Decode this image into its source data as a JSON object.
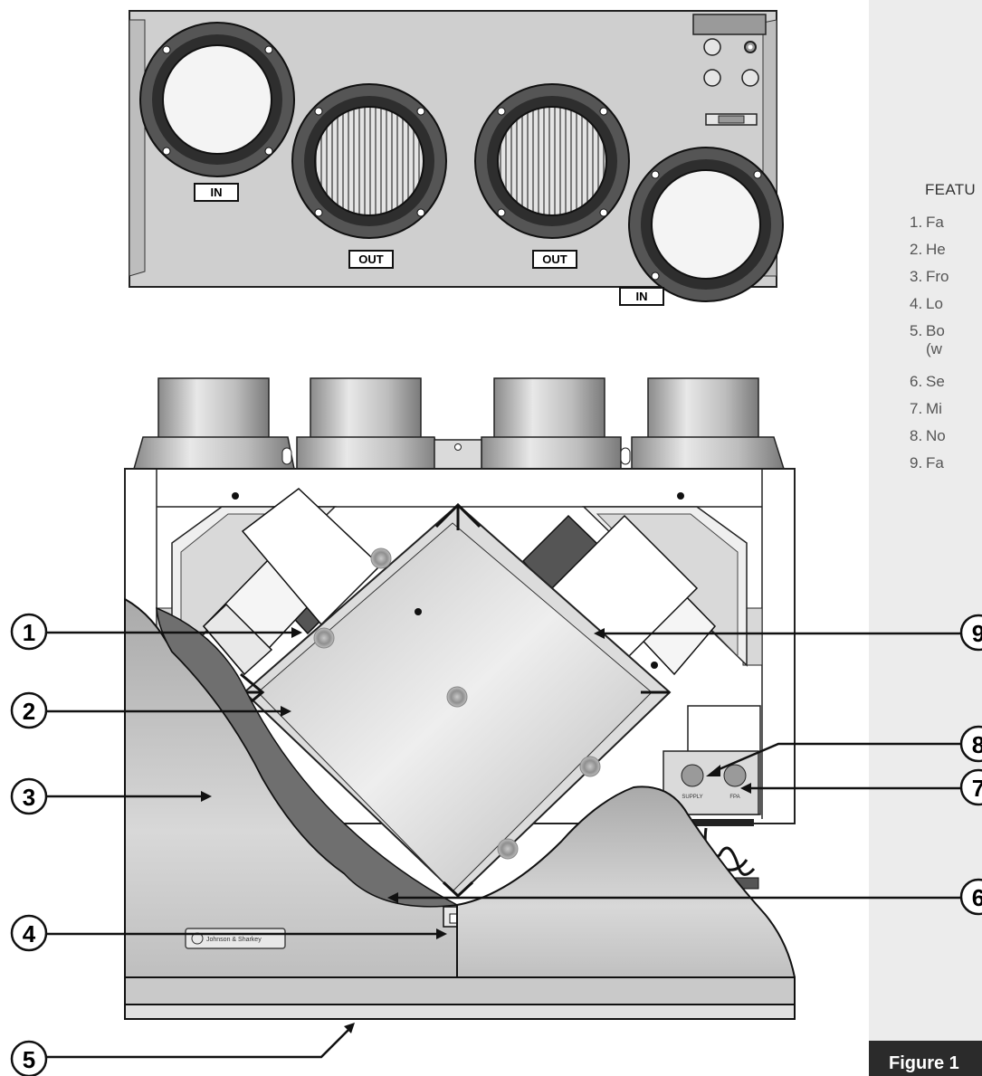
{
  "top_view": {
    "labels": [
      "IN",
      "OUT",
      "OUT",
      "IN"
    ]
  },
  "front_view": {
    "logo": "Johnson & Sharkey",
    "control_labels": [
      "SUPPLY",
      "FPA"
    ]
  },
  "callouts": [
    "1",
    "2",
    "3",
    "4",
    "5",
    "6",
    "7",
    "8",
    "9"
  ],
  "features": {
    "title": "FEATU",
    "items": [
      {
        "num": "1.",
        "text": "Fa"
      },
      {
        "num": "2.",
        "text": "He"
      },
      {
        "num": "3.",
        "text": "Fro"
      },
      {
        "num": "4.",
        "text": "Lo"
      },
      {
        "num": "5.",
        "text": "Bo",
        "text2": "(w"
      },
      {
        "num": "6.",
        "text": "Se"
      },
      {
        "num": "7.",
        "text": "Mi"
      },
      {
        "num": "8.",
        "text": "No"
      },
      {
        "num": "9.",
        "text": "Fa"
      }
    ]
  },
  "caption": "Figure 1"
}
